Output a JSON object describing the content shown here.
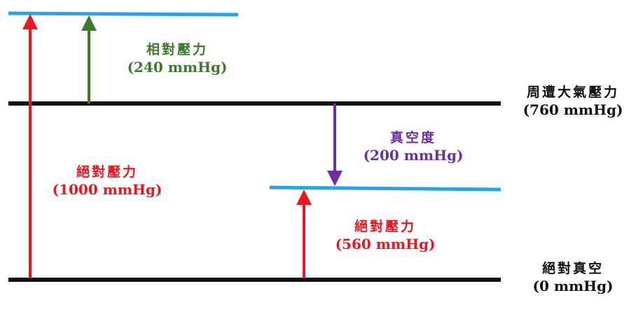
{
  "colors": {
    "black_line": "#111111",
    "blue_line": "#2aa3e6",
    "red": "#f0141e",
    "green": "#3e7a2e",
    "purple": "#6a2fa0"
  },
  "labels": {
    "relative_pressure": {
      "name": "相對壓力",
      "value": "(240 mmHg)"
    },
    "absolute_pressure_high": {
      "name": "絕對壓力",
      "value": "(1000 mmHg)"
    },
    "vacuum": {
      "name": "真空度",
      "value": "(200 mmHg)"
    },
    "absolute_pressure_low": {
      "name": "絕對壓力",
      "value": "(560 mmHg)"
    },
    "atmospheric_pressure": {
      "name": "周遭大氣壓力",
      "value": "(760 mmHg)"
    },
    "absolute_vacuum": {
      "name": "絕對真空",
      "value": "(0 mmHg)"
    }
  }
}
